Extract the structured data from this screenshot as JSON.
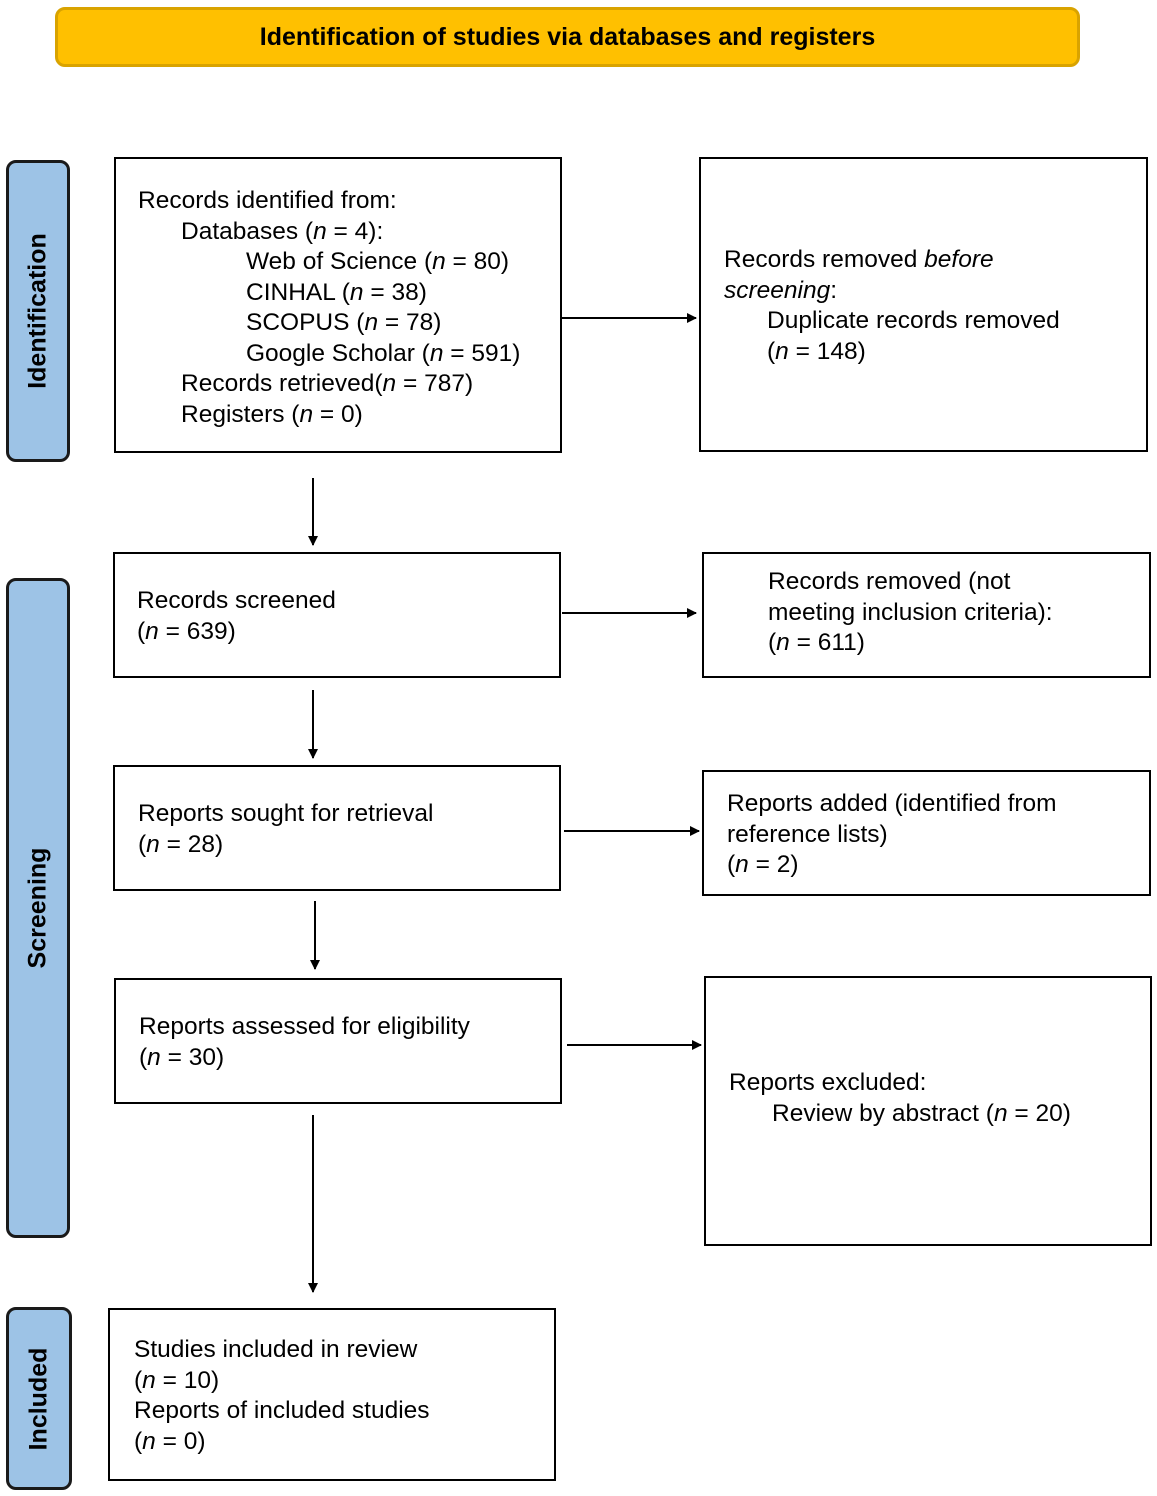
{
  "header": {
    "title": "Identification of studies via databases and registers"
  },
  "phases": {
    "identification": "Identification",
    "screening": "Screening",
    "included": "Included"
  },
  "boxes": {
    "records_identified": {
      "title": "Records identified from:",
      "databases_label": "Databases (",
      "databases_value": " = 4):",
      "sources": [
        {
          "name": "Web of Science (",
          "value": " = 80)"
        },
        {
          "name": "CINHAL (",
          "value": " = 38)"
        },
        {
          "name": "SCOPUS (",
          "value": " = 78)"
        },
        {
          "name": "Google Scholar (",
          "value": " = 591)"
        }
      ],
      "retrieved_label": "Records retrieved(",
      "retrieved_value": " = 787)",
      "registers_label": "Registers (",
      "registers_value": " = 0)"
    },
    "removed_before": {
      "line1": "Records removed ",
      "line1_italic": "before",
      "line2_italic": "screening",
      "line2_rest": ":",
      "line3": "Duplicate records removed",
      "line4_open": "(",
      "line4_value": " = 148)"
    },
    "screened": {
      "title": "Records screened",
      "count_open": "(",
      "count_value": " = 639)"
    },
    "removed_criteria": {
      "line1": "Records removed (not",
      "line2": "meeting inclusion criteria):",
      "count_open": "(",
      "count_value": " = 611)"
    },
    "sought": {
      "title": "Reports sought for retrieval",
      "count_open": "(",
      "count_value": " = 28)"
    },
    "added": {
      "line1": "Reports added (identified from",
      "line2": "reference lists)",
      "count_open": "(",
      "count_value": " = 2)"
    },
    "assessed": {
      "title": "Reports assessed for eligibility",
      "count_open": "(",
      "count_value": " = 30)"
    },
    "excluded": {
      "title": "Reports excluded:",
      "reason": "Review by abstract (",
      "reason_value": " = 20)"
    },
    "included": {
      "line1": "Studies included in review",
      "line2_open": "(",
      "line2_value": " = 10)",
      "line3": "Reports of included studies",
      "line4_open": "(",
      "line4_value": " = 0)"
    }
  },
  "n_symbol": "n"
}
